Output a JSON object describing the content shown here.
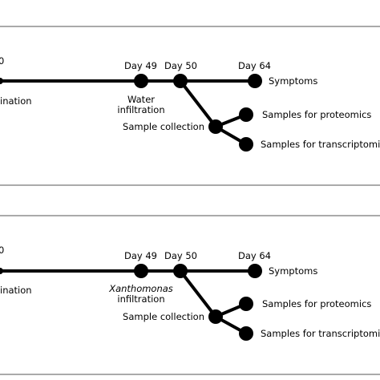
{
  "panels": [
    {
      "id": "water",
      "start_day": "0",
      "start_event": "ination",
      "day49": "Day 49",
      "day50": "Day 50",
      "day64": "Day 64",
      "treatment_line1": "Water",
      "treatment_line2": "infiltration",
      "treatment_italic": false,
      "symptoms": "Symptoms",
      "sample_collection": "Sample collection",
      "proteomics": "Samples for proteomics",
      "transcriptomics": "Samples for transcriptomics"
    },
    {
      "id": "xanthomonas",
      "start_day": "0",
      "start_event": "ination",
      "day49": "Day 49",
      "day50": "Day 50",
      "day64": "Day 64",
      "treatment_line1": "Xanthomonas",
      "treatment_line2": "infiltration",
      "treatment_italic": true,
      "symptoms": "Symptoms",
      "sample_collection": "Sample collection",
      "proteomics": "Samples for proteomics",
      "transcriptomics": "Samples for transcriptomics"
    }
  ],
  "colors": {
    "line": "#000000",
    "border": "#555555",
    "background": "#ffffff"
  }
}
